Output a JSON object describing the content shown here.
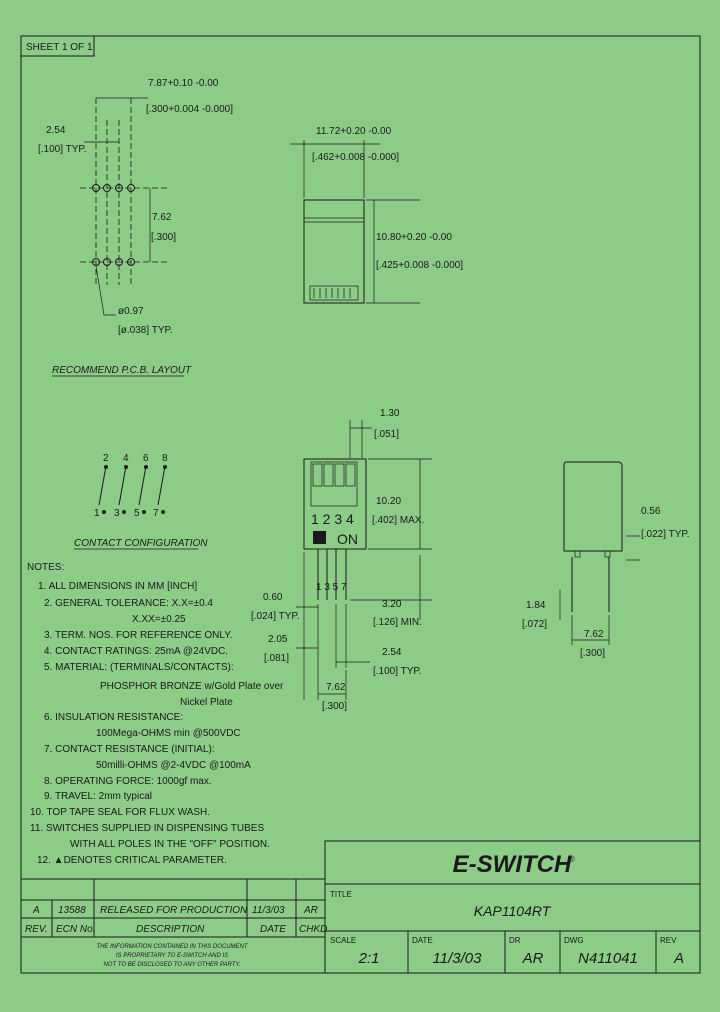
{
  "sheet": {
    "label": "SHEET 1 OF 1"
  },
  "pcb": {
    "dim_width_mm": "7.87+0.10 -0.00",
    "dim_width_in": "[.300+0.004 -0.000]",
    "dim_pitch_mm": "2.54",
    "dim_pitch_in": "[.100] TYP.",
    "dim_row_mm": "7.62",
    "dim_row_in": "[.300]",
    "dim_hole_mm": "ø0.97",
    "dim_hole_in": "[ø.038] TYP.",
    "caption": "RECOMMEND P.C.B. LAYOUT"
  },
  "top_view": {
    "dim_w_mm": "11.72+0.20 -0.00",
    "dim_w_in": "[.462+0.008 -0.000]",
    "dim_h_mm": "10.80+0.20 -0.00",
    "dim_h_in": "[.425+0.008 -0.000]"
  },
  "contact": {
    "top_pins": [
      "2",
      "4",
      "6",
      "8"
    ],
    "bottom_pins": [
      "1",
      "3",
      "5",
      "7"
    ],
    "caption": "CONTACT CONFIGURATION"
  },
  "front_view": {
    "dim_knob_mm": "1.30",
    "dim_knob_in": "[.051]",
    "dim_height_mm": "10.20",
    "dim_height_in": "[.402] MAX.",
    "digits": "1 2 3 4",
    "on_label": "ON",
    "pin_labels": "1 3 5 7",
    "dim_pin_mm": "0.60",
    "dim_pin_in": "[.024] TYP.",
    "dim_lead_mm": "3.20",
    "dim_lead_in": "[.126] MIN.",
    "dim_side_mm": "2.05",
    "dim_side_in": "[.081]",
    "dim_pitch_mm": "2.54",
    "dim_pitch_in": "[.100] TYP.",
    "dim_span_mm": "7.62",
    "dim_span_in": "[.300]"
  },
  "side_view": {
    "dim_pin_mm": "0.56",
    "dim_pin_in": "[.022] TYP.",
    "dim_stand_mm": "1.84",
    "dim_stand_in": "[.072]",
    "dim_span_mm": "7.62",
    "dim_span_in": "[.300]"
  },
  "notes": {
    "heading": "NOTES:",
    "items": [
      "1. ALL DIMENSIONS IN MM [INCH]",
      "2. GENERAL TOLERANCE: X.X=±0.4",
      "X.XX=±0.25",
      "3. TERM. NOS. FOR REFERENCE ONLY.",
      "4. CONTACT RATINGS: 25mA @24VDC.",
      "5. MATERIAL: (TERMINALS/CONTACTS):",
      "PHOSPHOR BRONZE w/Gold Plate over",
      "Nickel Plate",
      "6. INSULATION RESISTANCE:",
      "100Mega-OHMS min @500VDC",
      "7. CONTACT RESISTANCE (INITIAL):",
      "50milli-OHMS @2-4VDC @100mA",
      "8. OPERATING FORCE: 1000gf max.",
      "9. TRAVEL: 2mm typical",
      "10. TOP TAPE SEAL FOR FLUX WASH.",
      "11. SWITCHES SUPPLIED IN DISPENSING TUBES",
      "WITH ALL POLES IN THE \"OFF\" POSITION.",
      "12. ▲DENOTES CRITICAL PARAMETER."
    ]
  },
  "revision_block": {
    "row": {
      "rev": "A",
      "ecn": "13588",
      "description": "RELEASED FOR PRODUCTION",
      "date": "11/3/03",
      "chkd": "AR"
    },
    "headers": {
      "rev": "REV.",
      "ecn": "ECN No.",
      "description": "DESCRIPTION",
      "date": "DATE",
      "chkd": "CHKD"
    },
    "disclaimer": [
      "THE INFORMATION CONTAINED IN THIS DOCUMENT",
      "IS PROPRIETARY TO E-SWITCH AND IS",
      "NOT TO BE DISCLOSED TO ANY OTHER PARTY."
    ]
  },
  "title_block": {
    "logo": "E-SWITCH",
    "title_label": "TITLE",
    "title_value": "KAP1104RT",
    "scale_label": "SCALE",
    "scale_value": "2:1",
    "date_label": "DATE",
    "date_value": "11/3/03",
    "dr_label": "DR",
    "dr_value": "AR",
    "dwg_label": "DWG",
    "dwg_value": "N411041",
    "rev_label": "REV",
    "rev_value": "A"
  }
}
